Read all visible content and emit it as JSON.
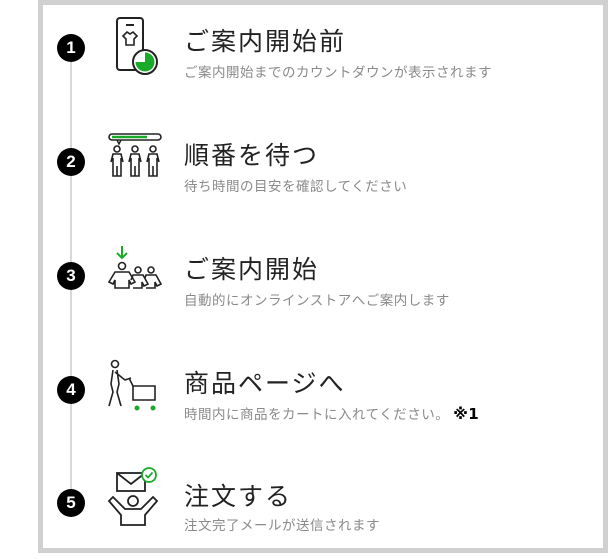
{
  "steps": [
    {
      "number": "1",
      "icon": "phone-tshirt-timer-icon",
      "title": "ご案内開始前",
      "subtitle": "ご案内開始までのカウントダウンが表示されます"
    },
    {
      "number": "2",
      "icon": "queue-people-progress-icon",
      "title": "順番を待つ",
      "subtitle": "待ち時間の目安を確認してください"
    },
    {
      "number": "3",
      "icon": "people-arrow-down-icon",
      "title": "ご案内開始",
      "subtitle": "自動的にオンラインストアへご案内します"
    },
    {
      "number": "4",
      "icon": "person-shopping-cart-icon",
      "title": "商品ページへ",
      "subtitle": "時間内に商品をカートに入れてください。",
      "note": "※1"
    },
    {
      "number": "5",
      "icon": "person-mail-check-icon",
      "title": "注文する",
      "subtitle": "注文完了メールが送信されます"
    }
  ],
  "colors": {
    "accent_green": "#1aaa2a",
    "frame_gray": "#d0d0d0",
    "timeline_gray": "#d8d8d8",
    "subtitle_gray": "#8a8a8a"
  }
}
